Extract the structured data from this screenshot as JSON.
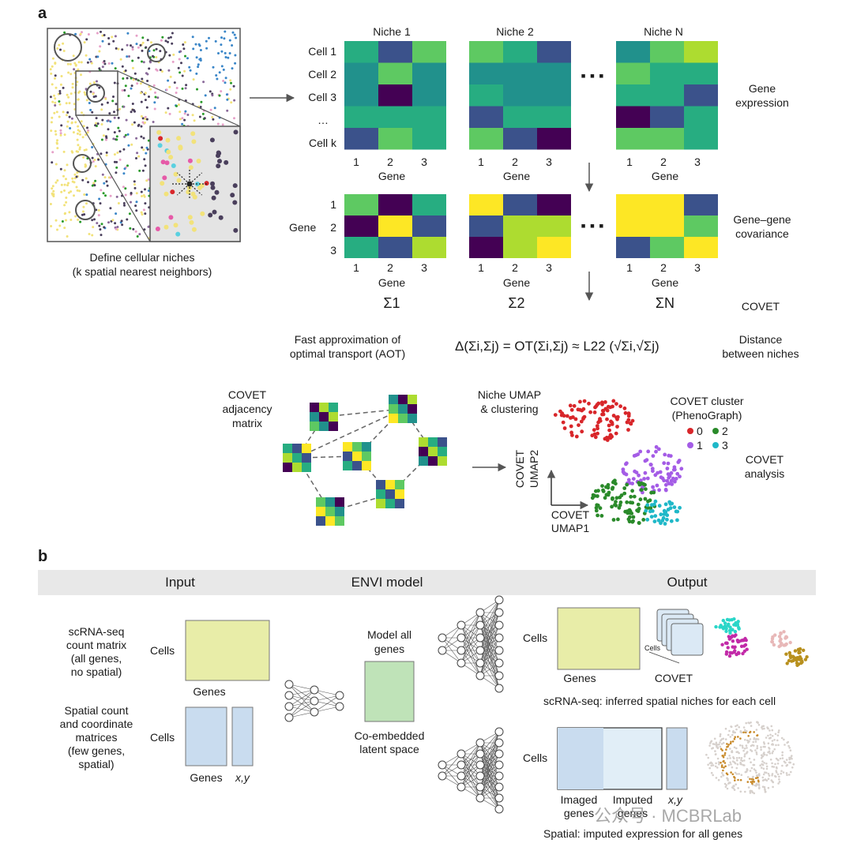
{
  "panel_a": {
    "label": "a",
    "niche_caption": [
      "Define cellular niches",
      "(k spatial nearest neighbors)"
    ],
    "niche_titles": [
      "Niche 1",
      "Niche 2",
      "Niche N"
    ],
    "cell_rows": [
      "Cell 1",
      "Cell 2",
      "Cell 3",
      "…",
      "Cell k"
    ],
    "gene_ticks": [
      "1",
      "2",
      "3"
    ],
    "gene_label": "Gene",
    "gene_row_ticks": [
      "1",
      "2",
      "3"
    ],
    "ellipsis": "▪ ▪ ▪",
    "gene_expression": [
      "Gene",
      "expression"
    ],
    "gene_gene_covariance": [
      "Gene–gene",
      "covariance"
    ],
    "sigmas": [
      "Σ1",
      "Σ2",
      "ΣN"
    ],
    "covet": "COVET",
    "aot": [
      "Fast approximation of",
      "optimal transport (AOT)"
    ],
    "formula": "Δ(Σi,Σj) = OT(Σi,Σj) ≈ L22 (√Σi,√Σj)",
    "distance": [
      "Distance",
      "between niches"
    ],
    "adjacency": [
      "COVET",
      "adjacency",
      "matrix"
    ],
    "umap_title": [
      "Niche UMAP",
      "& clustering"
    ],
    "cluster_title": [
      "COVET cluster",
      "(PhenoGraph)"
    ],
    "cluster_legend": [
      "0",
      "2",
      "1",
      "3"
    ],
    "cluster_colors": [
      "#d8262a",
      "#2a8a2a",
      "#a45ce6",
      "#1fb8c8"
    ],
    "covet_analysis": [
      "COVET",
      "analysis"
    ],
    "umap_axes": {
      "y": [
        "COVET",
        "UMAP2"
      ],
      "x": [
        "COVET",
        "UMAP1"
      ]
    },
    "viridis": [
      "#440154",
      "#3b528b",
      "#21918c",
      "#27ad81",
      "#5ec962",
      "#addc30",
      "#fde725"
    ]
  },
  "panel_b": {
    "label": "b",
    "headers": [
      "Input",
      "ENVI model",
      "Output"
    ],
    "scrna_desc": [
      "scRNA-seq",
      "count matrix",
      "(all genes,",
      "no spatial)"
    ],
    "spatial_desc": [
      "Spatial count",
      "and coordinate",
      "matrices",
      "(few genes,",
      "spatial)"
    ],
    "cells": "Cells",
    "genes": "Genes",
    "xy": "x,y",
    "model_all_genes": [
      "Model all",
      "genes"
    ],
    "latent": [
      "Co-embedded",
      "latent space"
    ],
    "covet": "COVET",
    "covet_cells": "Cells",
    "scrna_output": "scRNA-seq: inferred spatial niches for each cell",
    "imaged_genes": [
      "Imaged",
      "genes"
    ],
    "imputed_genes": [
      "Imputed",
      "genes"
    ],
    "spatial_output": "Spatial: imputed expression for all genes",
    "watermark": "公众号 · MCBRLab",
    "colors": {
      "yellow_box": "#e8eda8",
      "blue_box": "#c9dcef",
      "green_box": "#bfe3b8"
    }
  }
}
